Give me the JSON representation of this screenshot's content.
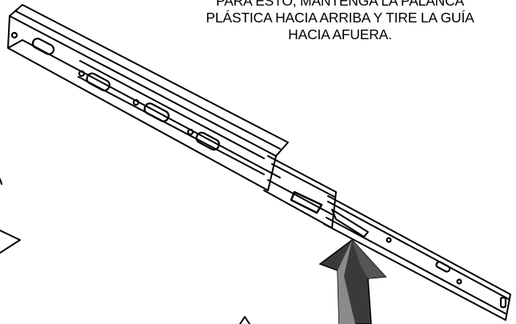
{
  "caption": {
    "line1": "PARA ESTO, MANTENGA LA PALANCA",
    "line2": "PLÁSTICA HACIA ARRIBA Y TIRE LA GUÍA",
    "line3": "HACIA AFUERA."
  },
  "colors": {
    "line": "#000000",
    "arrow_dark": "#3a3a3a",
    "arrow_light": "#8a8a8a",
    "background": "#ffffff"
  },
  "icons": {
    "arrow": "up-arrow-icon"
  }
}
